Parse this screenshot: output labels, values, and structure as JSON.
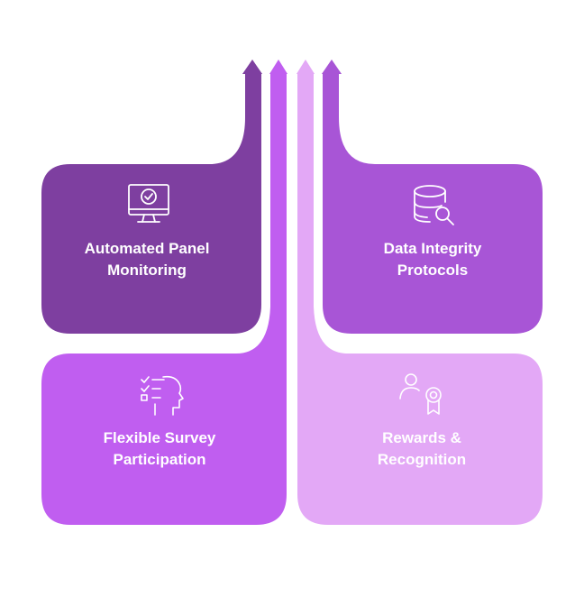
{
  "colors": {
    "dark_purple": "#7e3fa0",
    "medium_purple": "#a855d6",
    "bright_purple": "#c05ef0",
    "light_purple": "#e3a8f6",
    "background": "#ffffff"
  },
  "cards": [
    {
      "id": "automated-panel-monitoring",
      "line1": "Automated Panel",
      "line2": "Monitoring",
      "icon": "monitor-check-icon",
      "color": "#7e3fa0"
    },
    {
      "id": "data-integrity-protocols",
      "line1": "Data Integrity",
      "line2": "Protocols",
      "icon": "database-search-icon",
      "color": "#a855d6"
    },
    {
      "id": "flexible-survey-participation",
      "line1": "Flexible Survey",
      "line2": "Participation",
      "icon": "checklist-head-icon",
      "color": "#c05ef0"
    },
    {
      "id": "rewards-recognition",
      "line1": "Rewards &",
      "line2": "Recognition",
      "icon": "person-award-icon",
      "color": "#e3a8f6"
    }
  ],
  "arrows": [
    "arrow-up-icon",
    "arrow-up-icon",
    "arrow-up-icon",
    "arrow-up-icon"
  ]
}
